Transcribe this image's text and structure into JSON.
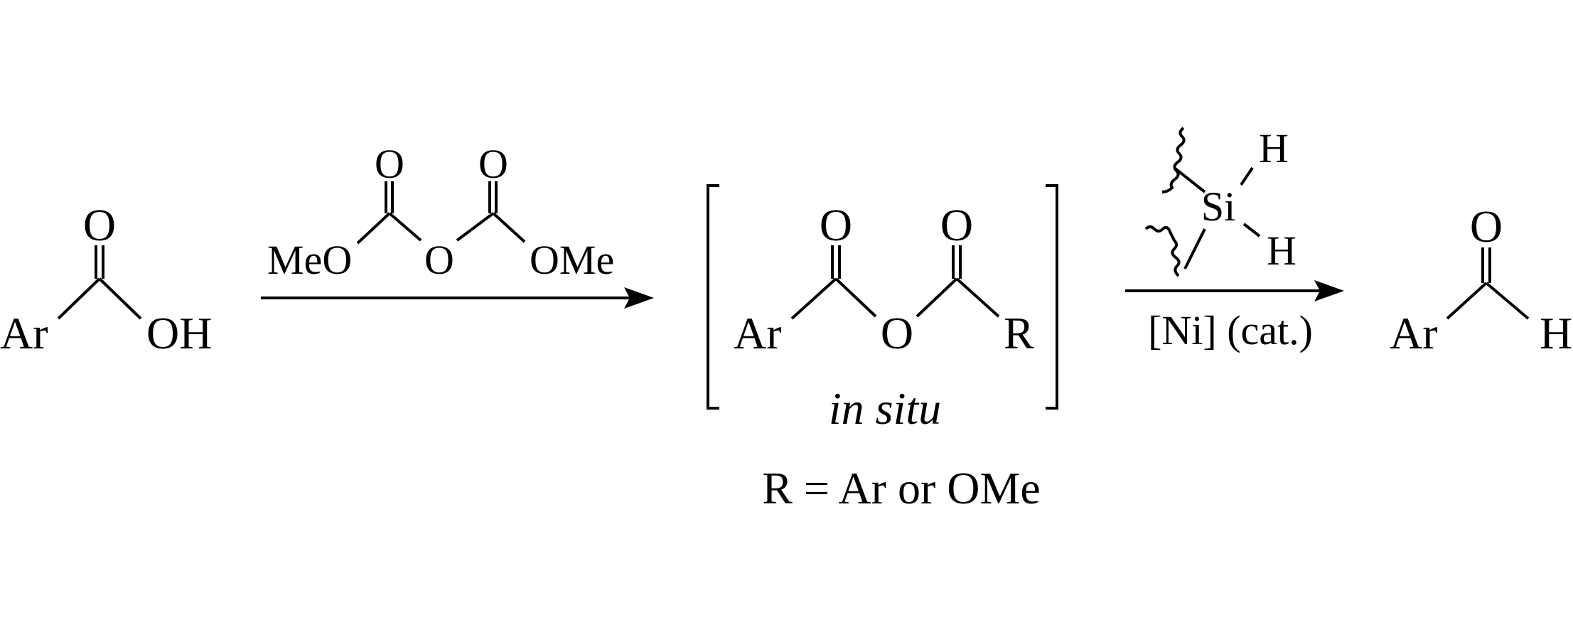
{
  "reactant": {
    "ar": "Ar",
    "o": "O",
    "oh": "OH"
  },
  "reagent1": {
    "meo": "MeO",
    "o_bridge": "O",
    "ome": "OMe",
    "o1": "O",
    "o2": "O"
  },
  "intermediate": {
    "ar": "Ar",
    "o_bridge": "O",
    "r": "R",
    "o1": "O",
    "o2": "O",
    "note": "in situ"
  },
  "definition": "R = Ar or OMe",
  "reagent2": {
    "si": "Si",
    "h_top": "H",
    "h_bottom": "H",
    "catalyst": "[Ni] (cat.)"
  },
  "product": {
    "ar": "Ar",
    "o": "O",
    "h": "H"
  }
}
